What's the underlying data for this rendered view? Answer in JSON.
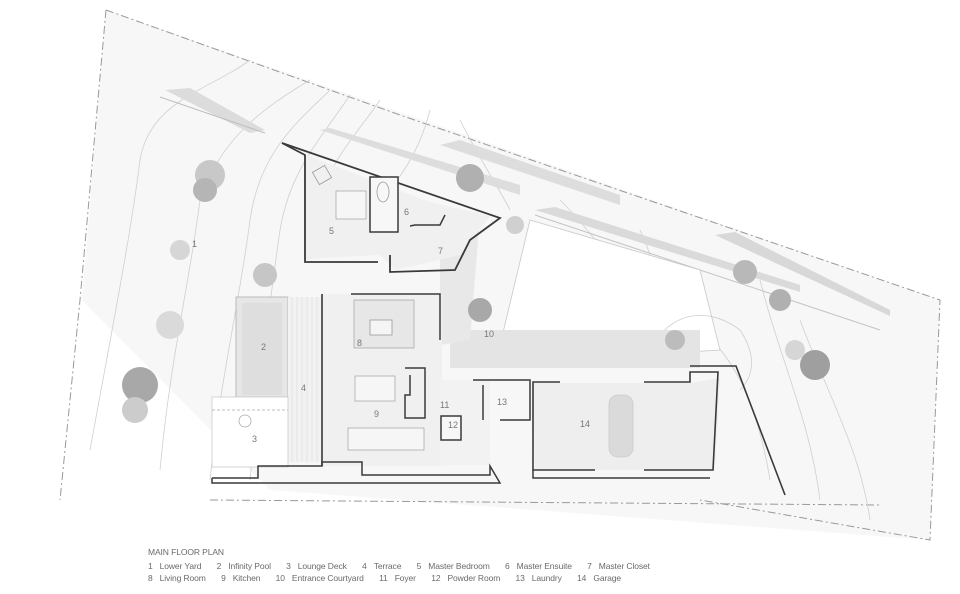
{
  "drawing": {
    "title": "MAIN FLOOR PLAN",
    "rooms": [
      {
        "number": "1",
        "name": "Lower Yard"
      },
      {
        "number": "2",
        "name": "Infinity Pool"
      },
      {
        "number": "3",
        "name": "Lounge Deck"
      },
      {
        "number": "4",
        "name": "Terrace"
      },
      {
        "number": "5",
        "name": "Master Bedroom"
      },
      {
        "number": "6",
        "name": "Master Ensuite"
      },
      {
        "number": "7",
        "name": "Master Closet"
      },
      {
        "number": "8",
        "name": "Living Room"
      },
      {
        "number": "9",
        "name": "Kitchen"
      },
      {
        "number": "10",
        "name": "Entrance Courtyard"
      },
      {
        "number": "11",
        "name": "Foyer"
      },
      {
        "number": "12",
        "name": "Powder Room"
      },
      {
        "number": "13",
        "name": "Laundry"
      },
      {
        "number": "14",
        "name": "Garage"
      }
    ],
    "colors": {
      "wall": "#3a3a3a",
      "floor": "#efefef",
      "landscape": "#f6f6f6",
      "contour": "#c8c8c8",
      "shadow": "#d9d9d9",
      "tree": "#9a9a9a",
      "text": "#6a6a6a"
    }
  }
}
